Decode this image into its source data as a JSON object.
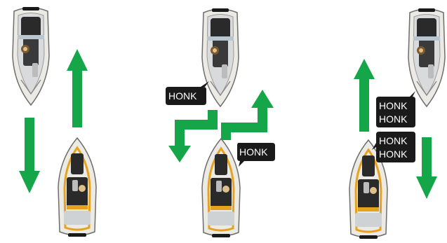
{
  "panels": [
    {
      "id": "meeting",
      "bubbles": []
    },
    {
      "id": "one-honk",
      "bubbles": [
        {
          "lines": [
            "HONK"
          ]
        },
        {
          "lines": [
            "HONK"
          ]
        }
      ]
    },
    {
      "id": "two-honks",
      "bubbles": [
        {
          "lines": [
            "HONK",
            "HONK"
          ]
        },
        {
          "lines": [
            "HONK",
            "HONK"
          ]
        }
      ]
    }
  ],
  "colors": {
    "arrow": "#16a64a",
    "arrow_dark": "#0e7a35",
    "bubble": "#1a1a1a",
    "hull": "#eceae4",
    "deck": "#2a2a2a",
    "trim": "#e6a21e"
  }
}
